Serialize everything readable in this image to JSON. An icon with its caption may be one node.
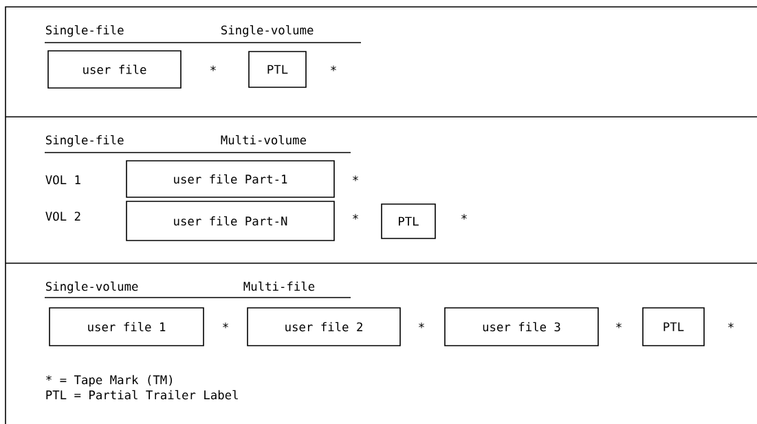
{
  "diagram": {
    "nodes": [
      {
        "text": [
          "user file"
        ]
      },
      {
        "text": [
          "PTL"
        ]
      },
      {
        "text": [
          "user file Part-1"
        ]
      },
      {
        "text": [
          "user file Part-N"
        ]
      },
      {
        "text": [
          "PTL"
        ]
      },
      {
        "text": [
          "user file 1"
        ]
      },
      {
        "text": [
          "user file 2"
        ]
      },
      {
        "text": [
          "user file 3"
        ]
      },
      {
        "text": [
          "PTL"
        ]
      }
    ],
    "labels": [
      "Single-file",
      "Single-volume",
      "*",
      "*",
      "Single-file",
      "Multi-volume",
      "VOL 1",
      "*",
      "VOL 2",
      "*",
      "*",
      "Single-volume",
      "Multi-file",
      "*",
      "*",
      "*",
      "*",
      "* = Tape Mark (TM)",
      "PTL = Partial Trailer Label"
    ]
  }
}
